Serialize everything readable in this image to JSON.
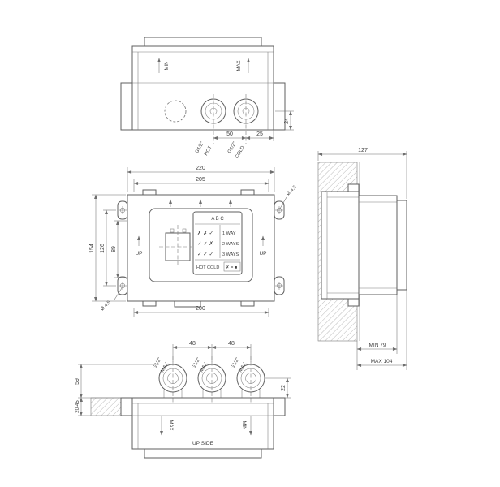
{
  "drawing": {
    "top_view": {
      "min": "MIN",
      "max": "MAX",
      "hot_size": "G1/2\"",
      "hot_name": "HOT",
      "cold_size": "G1/2\"",
      "cold_name": "COLD",
      "dim_port_spacing": "50",
      "dim_port_to_edge": "25",
      "dim_depth": "24"
    },
    "front_view": {
      "dim_width_outer": "220",
      "dim_width_lid": "205",
      "dim_width_bottom": "200",
      "dim_height_outer": "154",
      "dim_height_holes": "126",
      "dim_height_opening": "89",
      "hole_dia_top": "Ø 4.5",
      "hole_dia_bottom": "Ø 4.5",
      "up_left": "UP",
      "up_right": "UP",
      "plate": {
        "header": "A  B  C",
        "rows": [
          {
            "marks": "✗ ✗ ✓",
            "label": "1 WAY"
          },
          {
            "marks": "✓ ✓ ✗",
            "label": "2 WAYS"
          },
          {
            "marks": "✓ ✓ ✓",
            "label": "3 WAYS"
          }
        ],
        "hot_cold": "HOT COLD",
        "legend": "✗ = ■"
      }
    },
    "side_view": {
      "dim_total_depth": "127",
      "dim_embed_min": "MIN 79",
      "dim_embed_max": "MAX 104"
    },
    "bottom_view": {
      "dim_port_spacing_left": "48",
      "dim_port_spacing_right": "48",
      "dim_port_offset": "22",
      "dim_inlet_depth": "59",
      "dim_wall_thickness": "20-45",
      "ports": [
        {
          "size": "G1/2\"",
          "note": "MAX"
        },
        {
          "size": "G1/2\"",
          "note": "MAX"
        },
        {
          "size": "G1/2\"",
          "note": "MAX"
        }
      ],
      "max": "MAX",
      "min": "MIN",
      "up_side": "UP  SIDE"
    }
  }
}
